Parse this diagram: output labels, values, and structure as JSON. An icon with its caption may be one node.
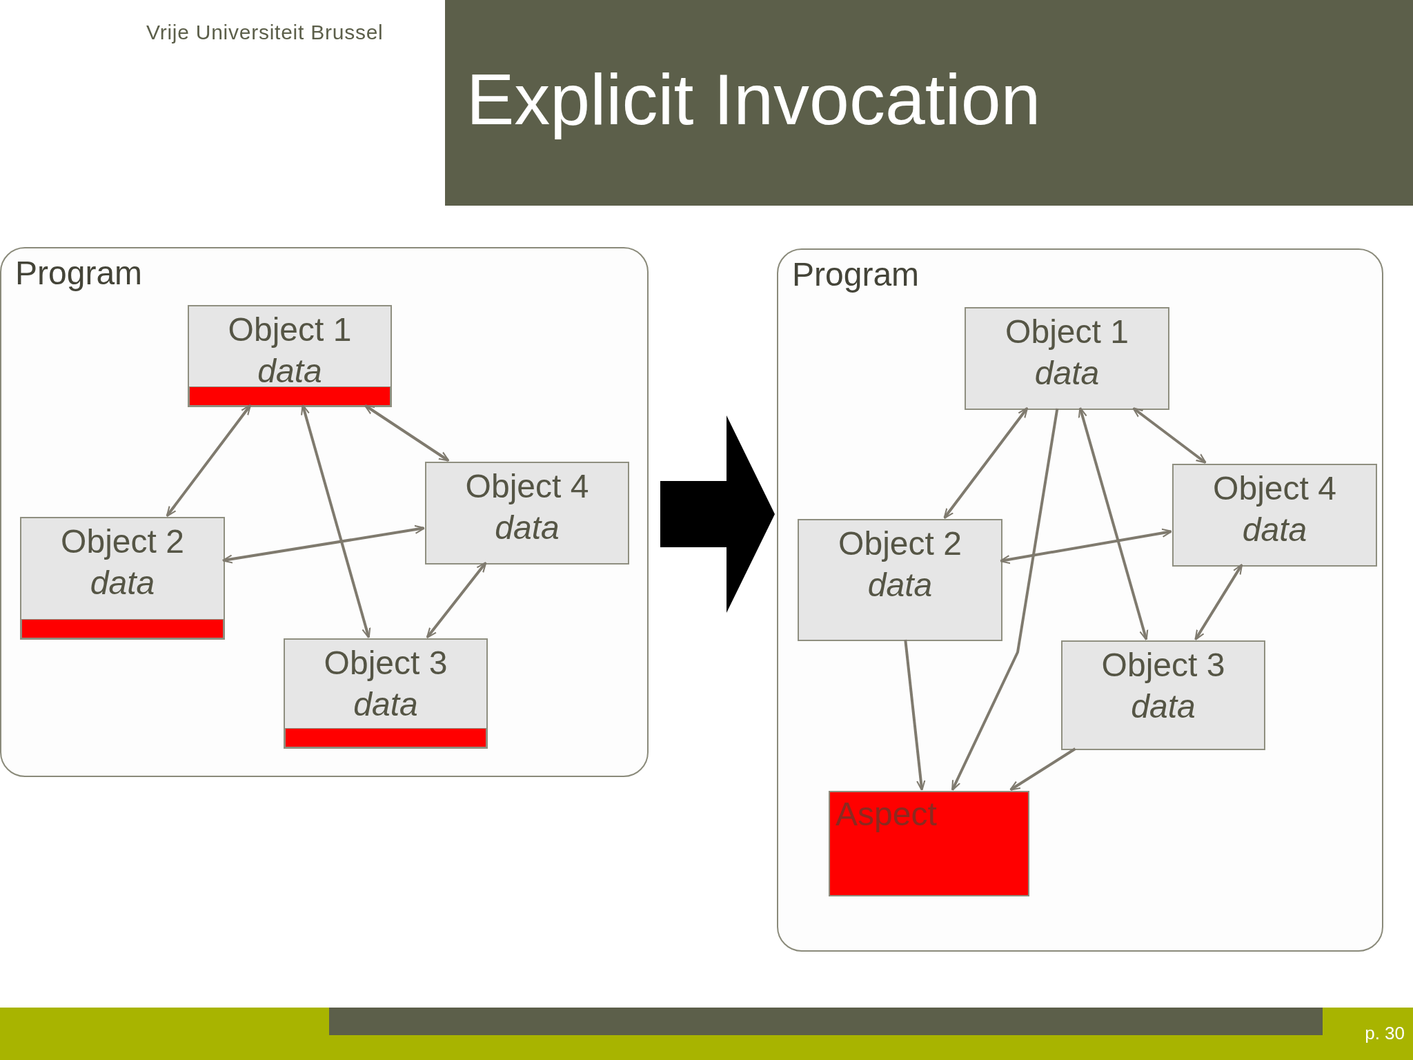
{
  "diagram": {
    "title": "Explicit Invocation",
    "nodes": [
      {
        "text": [
          "Program"
        ]
      },
      {
        "text": [
          "Object 1",
          "data"
        ],
        "in": 0
      },
      {
        "text": [],
        "shape": "bar",
        "in": 1
      },
      {
        "text": [
          "Object 2",
          "data"
        ],
        "in": 0
      },
      {
        "text": [],
        "shape": "bar",
        "in": 3
      },
      {
        "text": [
          "Object 4",
          "data"
        ],
        "in": 0
      },
      {
        "text": [
          "Object 3",
          "data"
        ],
        "in": 0
      },
      {
        "text": [],
        "shape": "bar",
        "in": 6
      },
      {
        "text": [
          "Program"
        ]
      },
      {
        "text": [
          "Object 1",
          "data"
        ],
        "in": 8
      },
      {
        "text": [
          "Object 2",
          "data"
        ],
        "in": 8
      },
      {
        "text": [
          "Object 4",
          "data"
        ],
        "in": 8
      },
      {
        "text": [
          "Object 3",
          "data"
        ],
        "in": 8
      },
      {
        "text": [
          "Aspect"
        ],
        "in": 8
      }
    ],
    "edges": [
      {
        "from": 1,
        "to": 3,
        "arrow": "both"
      },
      {
        "from": 1,
        "to": 6,
        "arrow": "both"
      },
      {
        "from": 1,
        "to": 5,
        "arrow": "both"
      },
      {
        "from": 3,
        "to": 5,
        "arrow": "both"
      },
      {
        "from": 5,
        "to": 6,
        "arrow": "both"
      },
      {
        "from": 0,
        "to": 8,
        "arrow": "to",
        "style": "thick",
        "color": "#000000"
      },
      {
        "from": 9,
        "to": 10,
        "arrow": "both"
      },
      {
        "from": 9,
        "to": 12,
        "arrow": "both"
      },
      {
        "from": 9,
        "to": 11,
        "arrow": "both"
      },
      {
        "from": 10,
        "to": 11,
        "arrow": "both"
      },
      {
        "from": 11,
        "to": 12,
        "arrow": "both"
      },
      {
        "from": 9,
        "to": 13,
        "arrow": "to"
      },
      {
        "from": 10,
        "to": 13,
        "arrow": "to"
      },
      {
        "from": 12,
        "to": 13,
        "arrow": "to"
      }
    ],
    "labels": [
      "Vrije Universiteit Brussel",
      "p. 30"
    ]
  }
}
